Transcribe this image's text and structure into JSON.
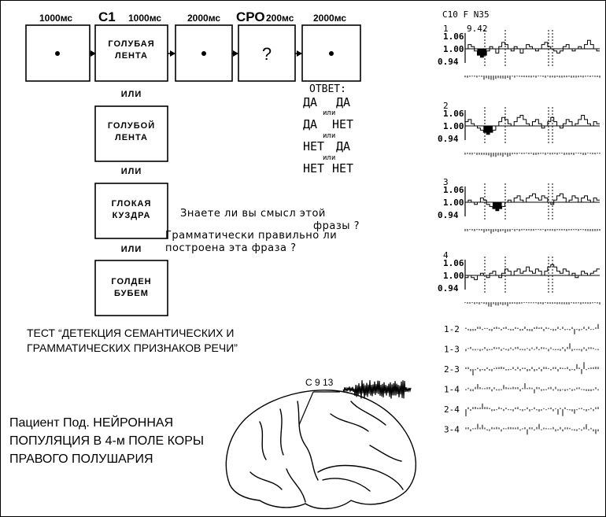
{
  "sequence": {
    "timings": [
      "1000мс",
      "1000мс",
      "2000мс",
      "200мс",
      "2000мс"
    ],
    "labels": {
      "c1": "С1",
      "cpo": "СРО"
    },
    "boxes": [
      {
        "kind": "dot"
      },
      {
        "kind": "text",
        "lines": [
          "ГОЛУБАЯ",
          "ЛЕНТА"
        ]
      },
      {
        "kind": "dot"
      },
      {
        "kind": "question",
        "symbol": "?"
      },
      {
        "kind": "dot"
      }
    ]
  },
  "alternatives": {
    "or_word": "ИЛИ",
    "items": [
      {
        "lines": [
          "ГОЛУБОЙ",
          "ЛЕНТА"
        ]
      },
      {
        "lines": [
          "ГЛОКАЯ",
          "КУЗДРА"
        ]
      },
      {
        "lines": [
          "ГОЛДЕН",
          "БУБЕМ"
        ]
      }
    ]
  },
  "answer": {
    "title": "ОТВЕТ:",
    "rows": [
      {
        "left": "ДА",
        "right": "ДА"
      },
      {
        "left": "ДА",
        "right": "НЕТ"
      },
      {
        "left": "НЕТ",
        "right": "ДА"
      },
      {
        "left": "НЕТ",
        "right": "НЕТ"
      }
    ],
    "or_small": "или"
  },
  "questions": {
    "q1_line1": "Знаете ли вы смысл этой",
    "q1_line2": "фразы ?",
    "q2_line1": "Грамматически правильно ли",
    "q2_line2": "построена эта фраза ?"
  },
  "test_title": {
    "line1": "ТЕСТ “ДЕТЕКЦИЯ СЕМАНТИЧЕСКИХ И",
    "line2": "ГРАММАТИЧЕСКИХ ПРИЗНАКОВ РЕЧИ”"
  },
  "patient": {
    "line1": "Пациент Под. НЕЙРОННАЯ",
    "line2": "ПОПУЛЯЦИЯ В 4-м ПОЛЕ КОРЫ",
    "line3": "ПРАВОГО ПОЛУШАРИЯ"
  },
  "electrode_label": "С 9 13",
  "graphs": {
    "header": "C10 F N35",
    "first_value": "9.42",
    "ytick_labels": [
      "1.06",
      "1.00",
      "0.94"
    ],
    "panels": [
      {
        "number": "1",
        "levels": [
          1.0,
          1.02,
          1.01,
          0.99,
          0.97,
          0.96,
          0.97,
          0.99,
          1.01,
          1.0,
          0.98,
          1.01,
          1.03,
          1.02,
          1.0,
          0.99,
          1.01,
          1.0,
          0.98,
          1.0,
          1.02,
          1.01,
          1.0,
          0.99,
          1.0,
          1.02,
          1.03,
          1.01,
          1.0,
          0.99,
          0.98,
          0.99,
          1.01,
          1.02,
          1.0,
          0.99,
          1.0,
          1.01,
          1.0,
          1.02,
          1.04,
          1.02,
          1.0,
          0.99
        ]
      },
      {
        "number": "2",
        "levels": [
          1.02,
          1.03,
          1.01,
          1.0,
          0.99,
          0.98,
          0.97,
          0.96,
          0.97,
          0.98,
          1.0,
          1.02,
          1.04,
          1.03,
          1.01,
          1.0,
          1.02,
          1.04,
          1.05,
          1.03,
          1.01,
          1.0,
          1.02,
          1.03,
          1.01,
          0.99,
          1.0,
          1.02,
          1.04,
          1.02,
          1.0,
          0.99,
          1.01,
          1.03,
          1.02,
          1.0,
          1.01,
          1.03,
          1.05,
          1.03,
          1.01,
          1.0,
          1.02,
          1.01
        ]
      },
      {
        "number": "3",
        "levels": [
          1.0,
          1.01,
          1.0,
          0.99,
          1.0,
          1.02,
          1.01,
          0.99,
          0.98,
          0.97,
          0.96,
          0.97,
          0.98,
          1.0,
          1.01,
          1.0,
          1.02,
          1.03,
          1.01,
          1.0,
          1.02,
          1.03,
          1.04,
          1.02,
          1.01,
          1.03,
          1.02,
          1.0,
          0.99,
          1.01,
          1.03,
          1.04,
          1.02,
          1.0,
          1.01,
          1.03,
          1.02,
          1.0,
          1.02,
          1.03,
          1.01,
          1.0,
          1.02,
          1.01
        ]
      },
      {
        "number": "4",
        "levels": [
          0.99,
          1.0,
          0.99,
          0.98,
          1.0,
          1.01,
          1.0,
          0.99,
          1.01,
          1.02,
          1.0,
          0.99,
          1.01,
          1.03,
          1.02,
          1.0,
          1.02,
          1.03,
          1.01,
          1.02,
          1.04,
          1.02,
          1.01,
          1.03,
          1.02,
          1.0,
          1.02,
          1.04,
          1.05,
          1.04,
          1.02,
          1.01,
          1.03,
          1.02,
          1.0,
          1.01,
          0.99,
          1.0,
          1.02,
          1.01,
          1.0,
          1.01,
          1.02,
          1.03
        ]
      }
    ],
    "cross_labels": [
      "1-2",
      "1-3",
      "2-3",
      "1-4",
      "2-4",
      "3-4"
    ]
  }
}
